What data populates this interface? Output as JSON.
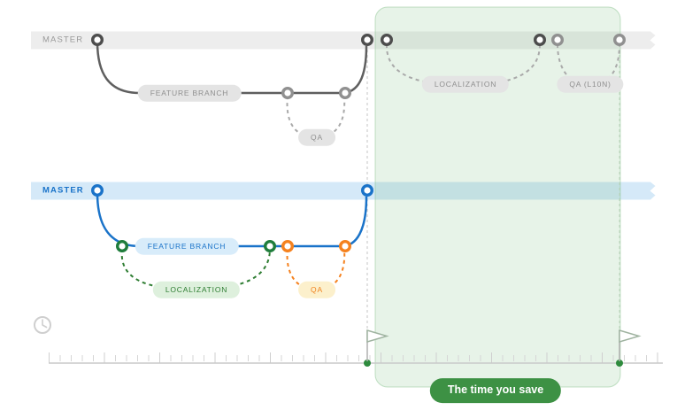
{
  "old_workflow": {
    "master_label": "MASTER",
    "feature_branch_label": "FEATURE BRANCH",
    "qa_label": "QA",
    "localization_label": "LOCALIZATION",
    "qa_l10n_label": "QA (L10N)"
  },
  "new_workflow": {
    "master_label": "MASTER",
    "feature_branch_label": "FEATURE BRANCH",
    "localization_label": "LOCALIZATION",
    "qa_label": "QA"
  },
  "savings": {
    "label": "The time you save"
  },
  "colors": {
    "old_line": "#5f5f5f",
    "old_dashed": "#a9a9a9",
    "master_blue": "#1a73c9",
    "localization_green": "#2e7d32",
    "qa_orange": "#f5821f",
    "savings_green": "#3d9144",
    "region_green": "#6ab570",
    "old_band": "#ededed",
    "new_band": "#d5e9f8"
  },
  "icons": {
    "clock": "clock-icon",
    "flag": "flag-icon"
  }
}
